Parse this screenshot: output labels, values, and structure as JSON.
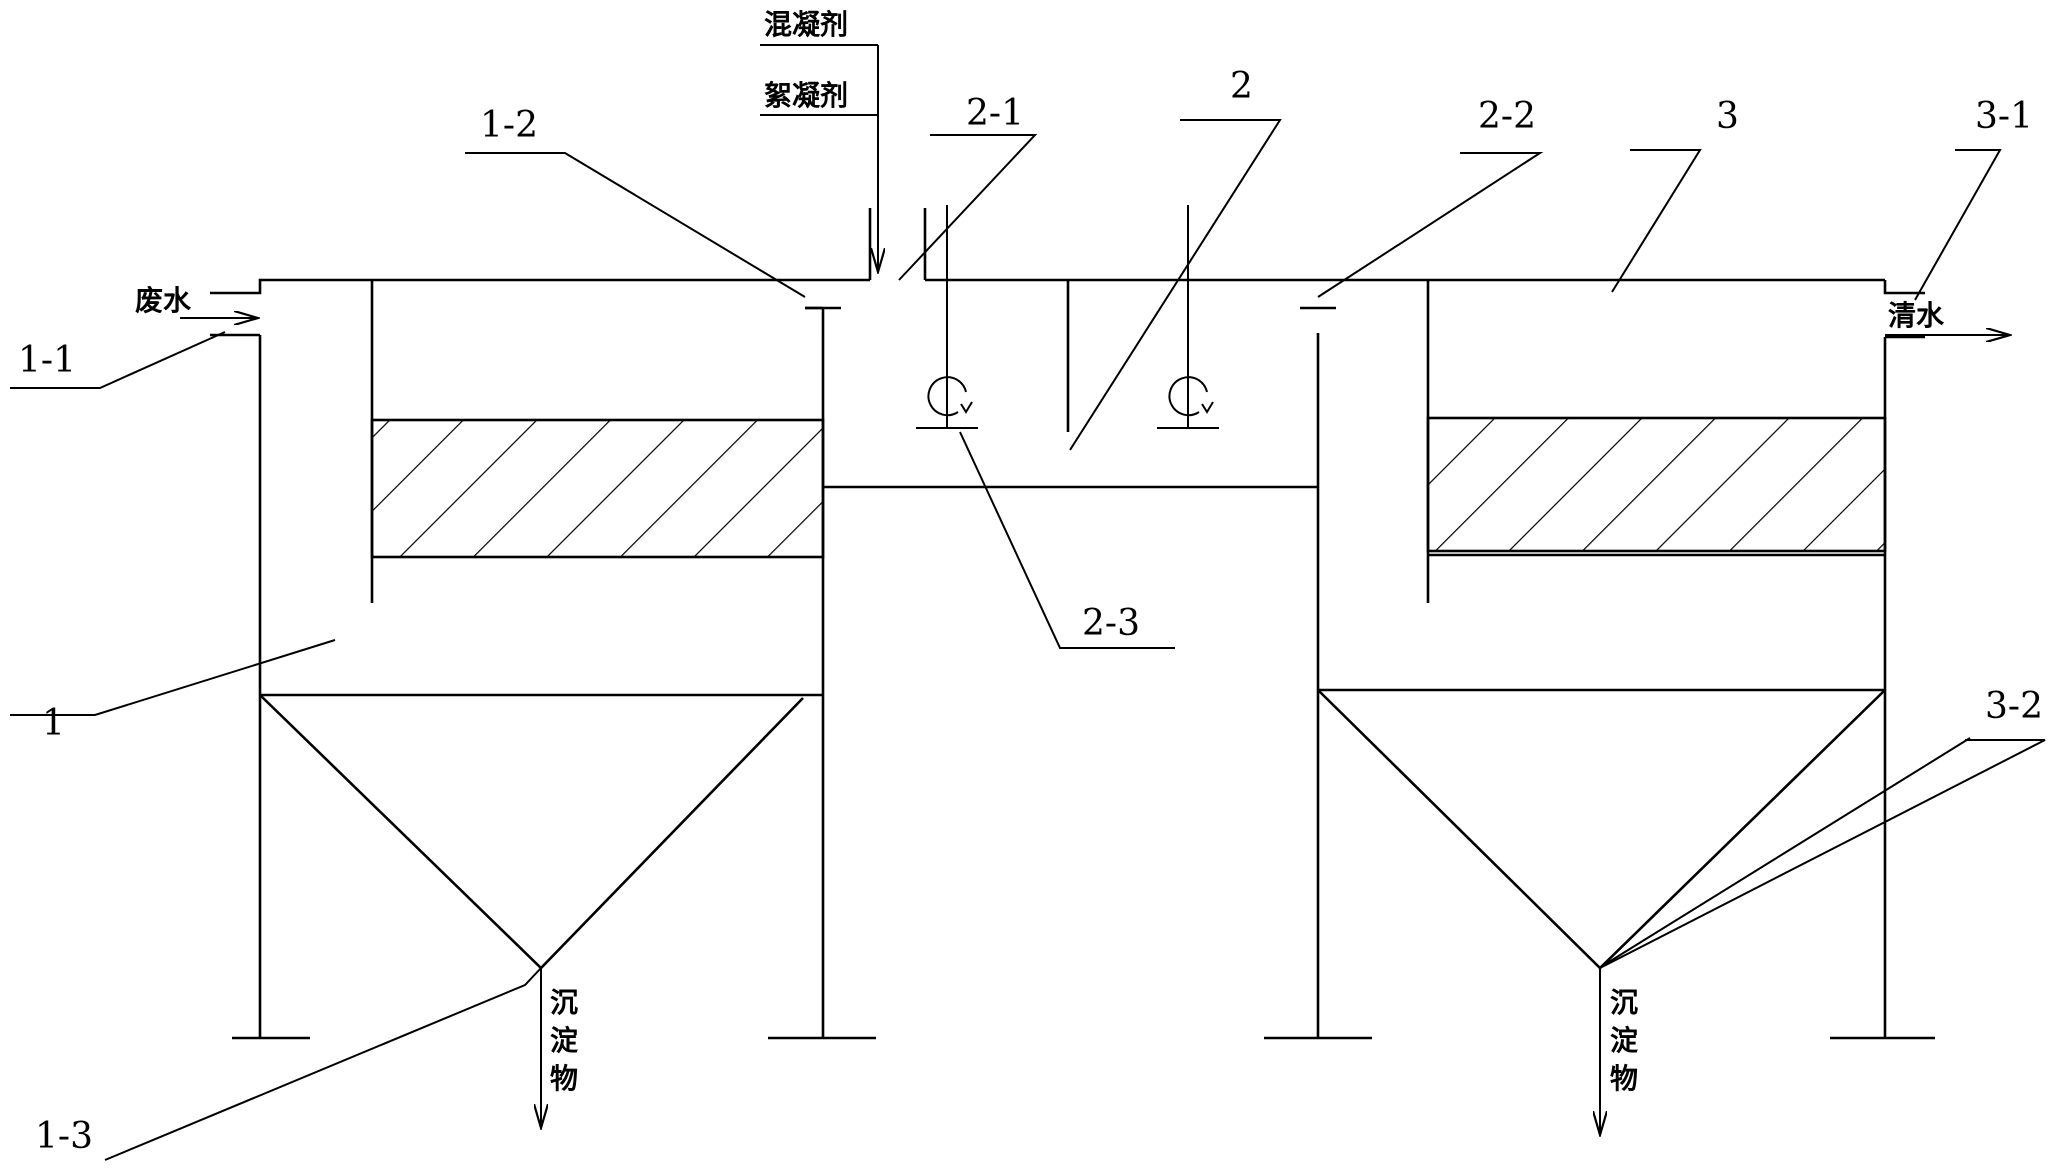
{
  "labels": {
    "tank1": "1",
    "inlet_1_1": "1-1",
    "overflow_1_2": "1-2",
    "sludge_1_3": "1-3",
    "tank2": "2",
    "dosing_2_1": "2-1",
    "overflow_2_2": "2-2",
    "mixer_2_3": "2-3",
    "tank3": "3",
    "outlet_3_1": "3-1",
    "cone_3_2": "3-2"
  },
  "text": {
    "coagulant": "混凝剂",
    "flocculant": "絮凝剂",
    "wastewater": "废水",
    "clear_water": "清水",
    "sediment_left": [
      "沉",
      "淀",
      "物"
    ],
    "sediment_right": [
      "沉",
      "淀",
      "物"
    ]
  },
  "colors": {
    "line": "#000000",
    "background": "#ffffff"
  }
}
